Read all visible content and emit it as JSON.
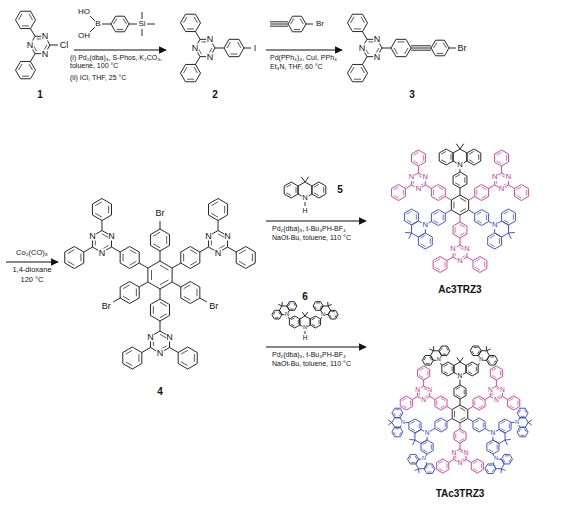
{
  "diagram": {
    "labels": [
      "N",
      "N",
      "N",
      "Cl",
      "1",
      "HO",
      "B",
      "OH",
      "Si",
      "(i) Pd₂(dba)₃, S-Phos, K₂CO₃, toluene, 100 °C",
      "(ii) ICl, THF, 25 °C",
      "N",
      "N",
      "N",
      "I",
      "2",
      "Br",
      "Pd(PPh₃)₄, CuI, PPh₃",
      "Et₃N, THF, 60 °C",
      "N",
      "N",
      "N",
      "Br",
      "3",
      "Co₂(CO)₈",
      "1,4-dioxane",
      "120 °C",
      "Br",
      "N",
      "N",
      "N",
      "Br",
      "N",
      "N",
      "N",
      "Br",
      "N",
      "N",
      "N",
      "4",
      "N",
      "H",
      "5",
      "Pd₂(dba)₃, t-Bu₃PH-BF₄",
      "NaOt-Bu, toluene, 110 °C",
      "N",
      "N",
      "N",
      "H",
      "6",
      "Pd₂(dba)₃, t-Bu₃PH-BF₄",
      "NaOt-Bu, toluene, 110 °C",
      "N",
      "N",
      "N",
      "N",
      "N",
      "N",
      "N",
      "N",
      "N",
      "N",
      "N",
      "N",
      "Ac3TRZ3",
      "N",
      "N",
      "N",
      "N",
      "N",
      "N",
      "N",
      "N",
      "N",
      "N",
      "N",
      "N",
      "N",
      "N",
      "N",
      "N",
      "N",
      "N",
      "TAc3TRZ3"
    ]
  }
}
